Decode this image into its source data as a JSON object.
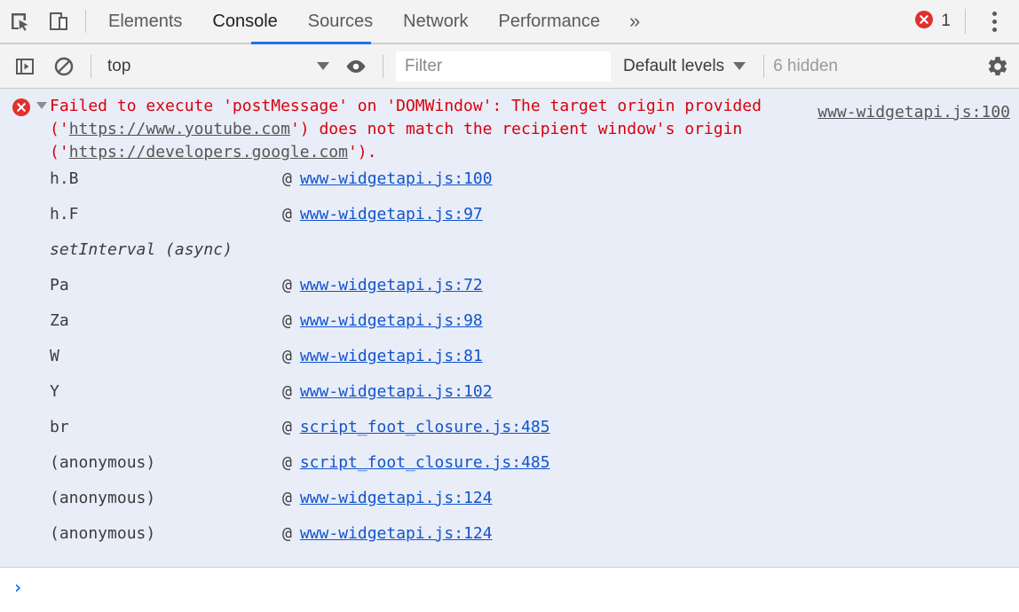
{
  "tabbar": {
    "inspect_icon": "inspect-cursor-icon",
    "device_icon": "device-toolbar-icon",
    "tabs": [
      {
        "label": "Elements",
        "active": false
      },
      {
        "label": "Console",
        "active": true
      },
      {
        "label": "Sources",
        "active": false
      },
      {
        "label": "Network",
        "active": false
      },
      {
        "label": "Performance",
        "active": false
      }
    ],
    "more_tabs_label": "»",
    "error_count": "1",
    "error_icon": "error-circle-icon",
    "menu_icon": "kebab-menu-icon",
    "active_tab_color": "#1a73e8"
  },
  "console_toolbar": {
    "sidebar_toggle_icon": "console-sidebar-toggle-icon",
    "clear_icon": "clear-console-icon",
    "context_value": "top",
    "eye_icon": "live-expression-eye-icon",
    "filter_value": "",
    "filter_placeholder": "Filter",
    "levels_value": "Default levels",
    "hidden_text": "6 hidden",
    "settings_icon": "gear-icon"
  },
  "message": {
    "level": "error",
    "text_part1": "Failed to execute 'postMessage' on 'DOMWindow': The target origin provided ('",
    "url1": "https://www.youtube.com",
    "text_part2": "') does not match the recipient window's origin ('",
    "url2": "https://developers.google.com",
    "text_part3": "').",
    "source_link": "www-widgetapi.js:100",
    "error_color": "#d8000c",
    "background": "#e9edf8"
  },
  "stack_frames": [
    {
      "fn": "h.B",
      "at": "@",
      "link": "www-widgetapi.js:100",
      "async": false
    },
    {
      "fn": "h.F",
      "at": "@",
      "link": "www-widgetapi.js:97",
      "async": false
    },
    {
      "fn": "setInterval (async)",
      "at": "",
      "link": "",
      "async": true
    },
    {
      "fn": "Pa",
      "at": "@",
      "link": "www-widgetapi.js:72",
      "async": false
    },
    {
      "fn": "Za",
      "at": "@",
      "link": "www-widgetapi.js:98",
      "async": false
    },
    {
      "fn": "W",
      "at": "@",
      "link": "www-widgetapi.js:81",
      "async": false
    },
    {
      "fn": "Y",
      "at": "@",
      "link": "www-widgetapi.js:102",
      "async": false
    },
    {
      "fn": "br",
      "at": "@",
      "link": "script_foot_closure.js:485",
      "async": false
    },
    {
      "fn": "(anonymous)",
      "at": "@",
      "link": "script_foot_closure.js:485",
      "async": false
    },
    {
      "fn": "(anonymous)",
      "at": "@",
      "link": "www-widgetapi.js:124",
      "async": false
    },
    {
      "fn": "(anonymous)",
      "at": "@",
      "link": "www-widgetapi.js:124",
      "async": false
    }
  ],
  "prompt": {
    "chevron": "›",
    "value": ""
  }
}
